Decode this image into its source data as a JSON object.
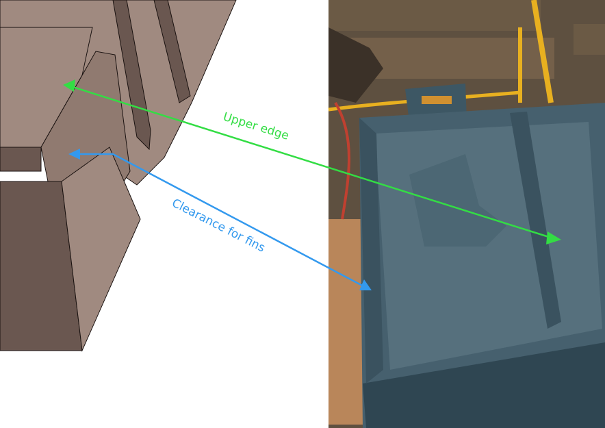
{
  "annotations": {
    "upper_edge": {
      "text": "Upper edge",
      "color": "#33dd44"
    },
    "clearance": {
      "text": "Clearance for fins",
      "color": "#3399ee"
    }
  },
  "colors": {
    "cad_face_light": "#a08a80",
    "cad_face_mid": "#907a70",
    "cad_face_dark": "#6a5750",
    "cad_edge": "#1a1210",
    "photo_box": "#46606e",
    "photo_box_dark": "#2f4652",
    "photo_wood": "#6b5a45"
  },
  "panels": {
    "left": "cad-render",
    "right": "photo"
  }
}
